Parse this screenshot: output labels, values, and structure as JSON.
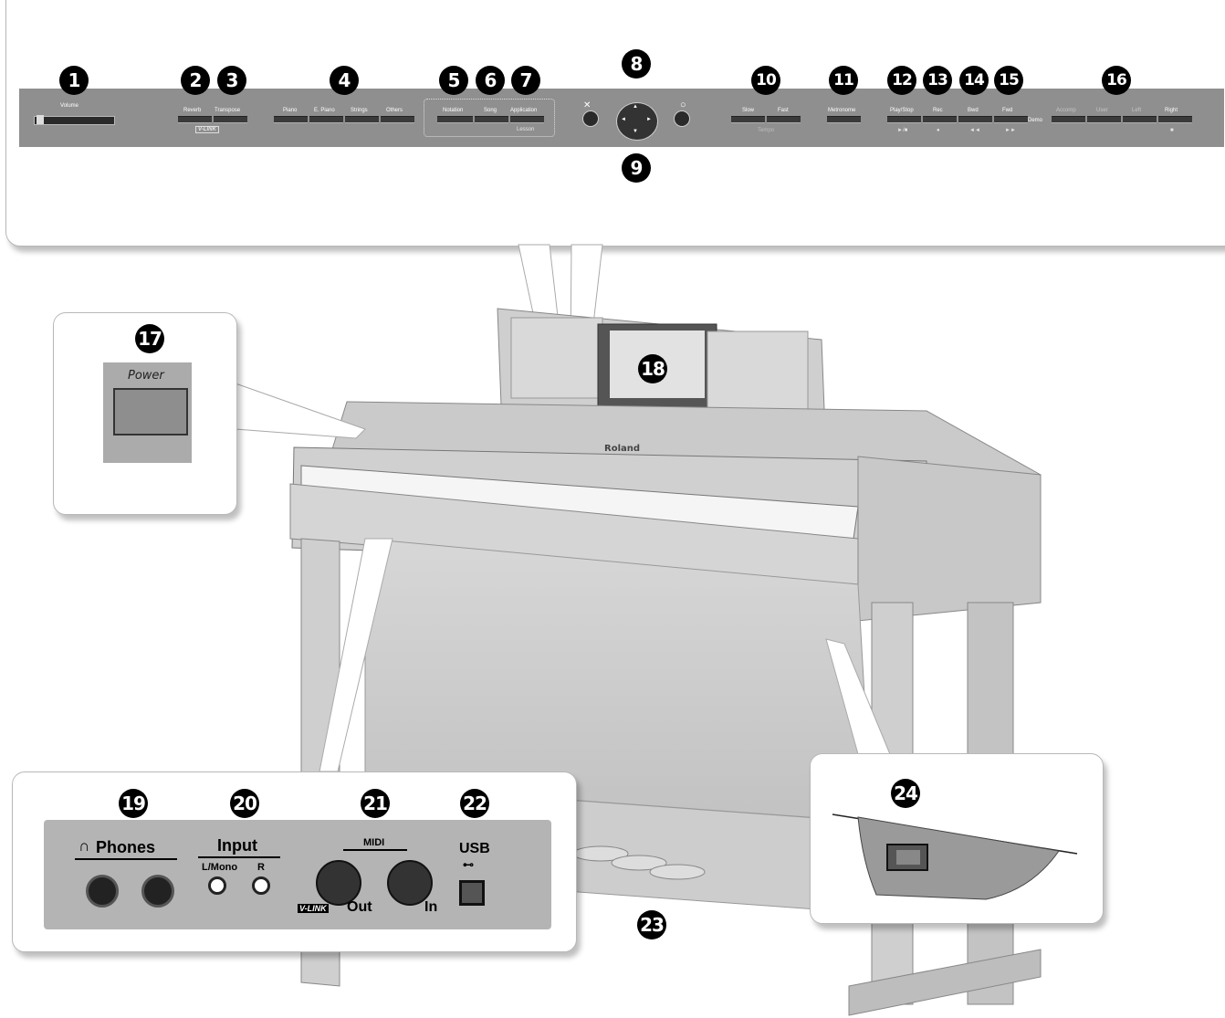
{
  "callouts": {
    "n1": "1",
    "n2": "2",
    "n3": "3",
    "n4": "4",
    "n5": "5",
    "n6": "6",
    "n7": "7",
    "n8": "8",
    "n9": "9",
    "n10": "10",
    "n11": "11",
    "n12": "12",
    "n13": "13",
    "n14": "14",
    "n15": "15",
    "n16": "16",
    "n17": "17",
    "n18": "18",
    "n19": "19",
    "n20": "20",
    "n21": "21",
    "n22": "22",
    "n23": "23",
    "n24": "24"
  },
  "panel": {
    "volume": "Volume",
    "reverb": "Reverb",
    "transpose": "Transpose",
    "vlink": "V-LINK",
    "piano": "Piano",
    "epiano": "E. Piano",
    "strings": "Strings",
    "others": "Others",
    "notation": "Notation",
    "song": "Song",
    "application": "Application",
    "lesson": "Lesson",
    "slow": "Slow",
    "fast": "Fast",
    "tempo": "Tempo",
    "metronome": "Metronome",
    "playstop": "Play/Stop",
    "rec": "Rec",
    "bwd": "Bwd",
    "fwd": "Fwd",
    "demo": "Demo",
    "accomp": "Accomp",
    "user": "User",
    "left": "Left",
    "right": "Right",
    "sym_playstop": "►/■",
    "sym_rec": "●",
    "sym_bwd": "◄◄",
    "sym_fwd": "►►",
    "sym_x": "✕",
    "sym_o": "○"
  },
  "power": {
    "label": "Power"
  },
  "rear": {
    "phones": "Phones",
    "input": "Input",
    "lmono": "L/Mono",
    "r": "R",
    "midi": "MIDI",
    "out": "Out",
    "in": "In",
    "vlink": "V-LINK",
    "usb": "USB"
  },
  "piano": {
    "brand": "Roland"
  }
}
